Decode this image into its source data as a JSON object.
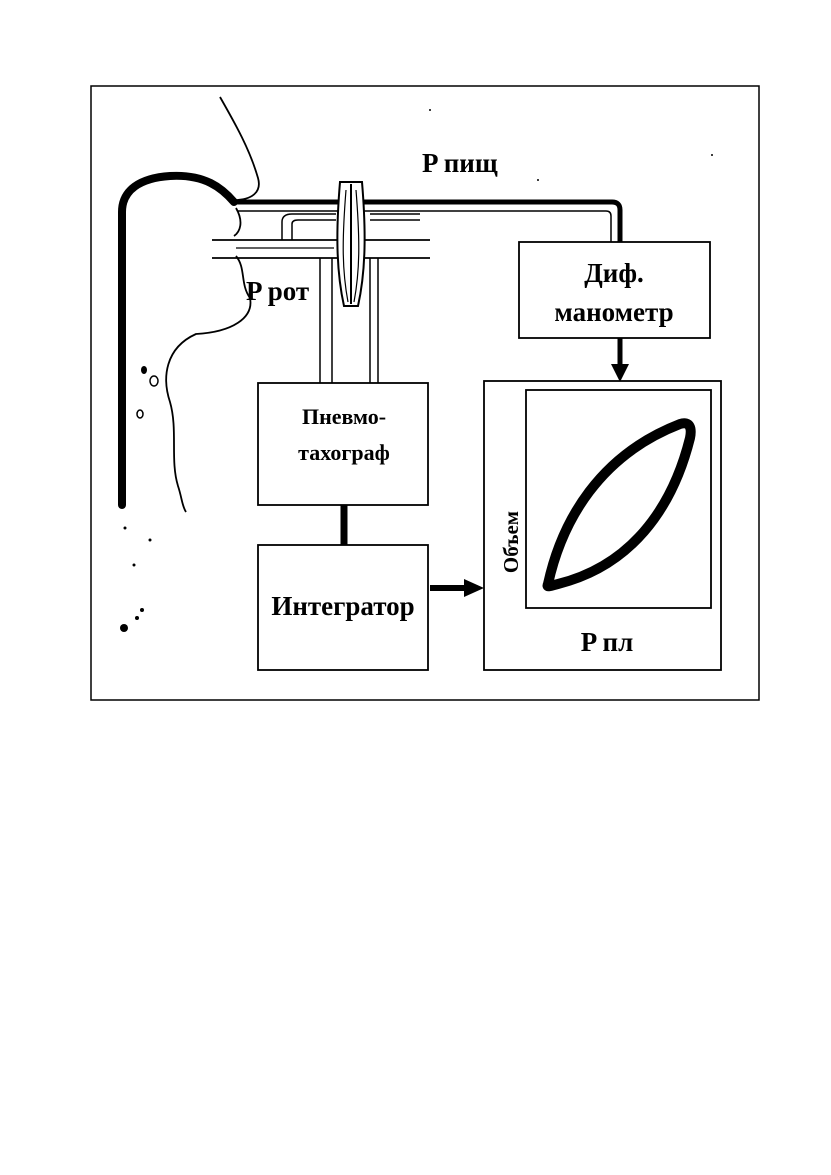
{
  "labels": {
    "p_esophageal": "P пищ",
    "p_mouth": "P рот",
    "diff_manometer_line1": "Диф.",
    "diff_manometer_line2": "манометр",
    "pneumotach_line1": "Пневмо-",
    "pneumotach_line2": "тахограф",
    "integrator": "Интегратор",
    "volume_axis": "Объем",
    "p_pleural_axis": "P пл"
  },
  "colors": {
    "ink": "#000000",
    "paper": "#ffffff"
  }
}
